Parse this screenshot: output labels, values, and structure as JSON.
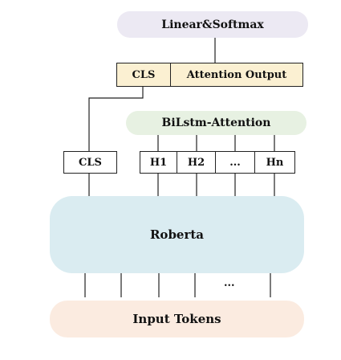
{
  "blocks": {
    "linear_softmax": "Linear&Softmax",
    "bilstm_attention": "BiLstm-Attention",
    "roberta": "Roberta",
    "input_tokens": "Input Tokens"
  },
  "top_row": {
    "cls": "CLS",
    "attention_output": "Attention Output"
  },
  "middle_row": {
    "cls": "CLS",
    "h1": "H1",
    "h2": "H2",
    "ellipsis": "...",
    "hn": "Hn"
  },
  "input_ellipsis": "...",
  "colors": {
    "linear_softmax_bg": "#ece9f3",
    "bilstm_bg": "#e7f1e2",
    "roberta_bg": "#daecf1",
    "input_bg": "#fbebe0",
    "top_row_bg": "#fbf0d2"
  }
}
